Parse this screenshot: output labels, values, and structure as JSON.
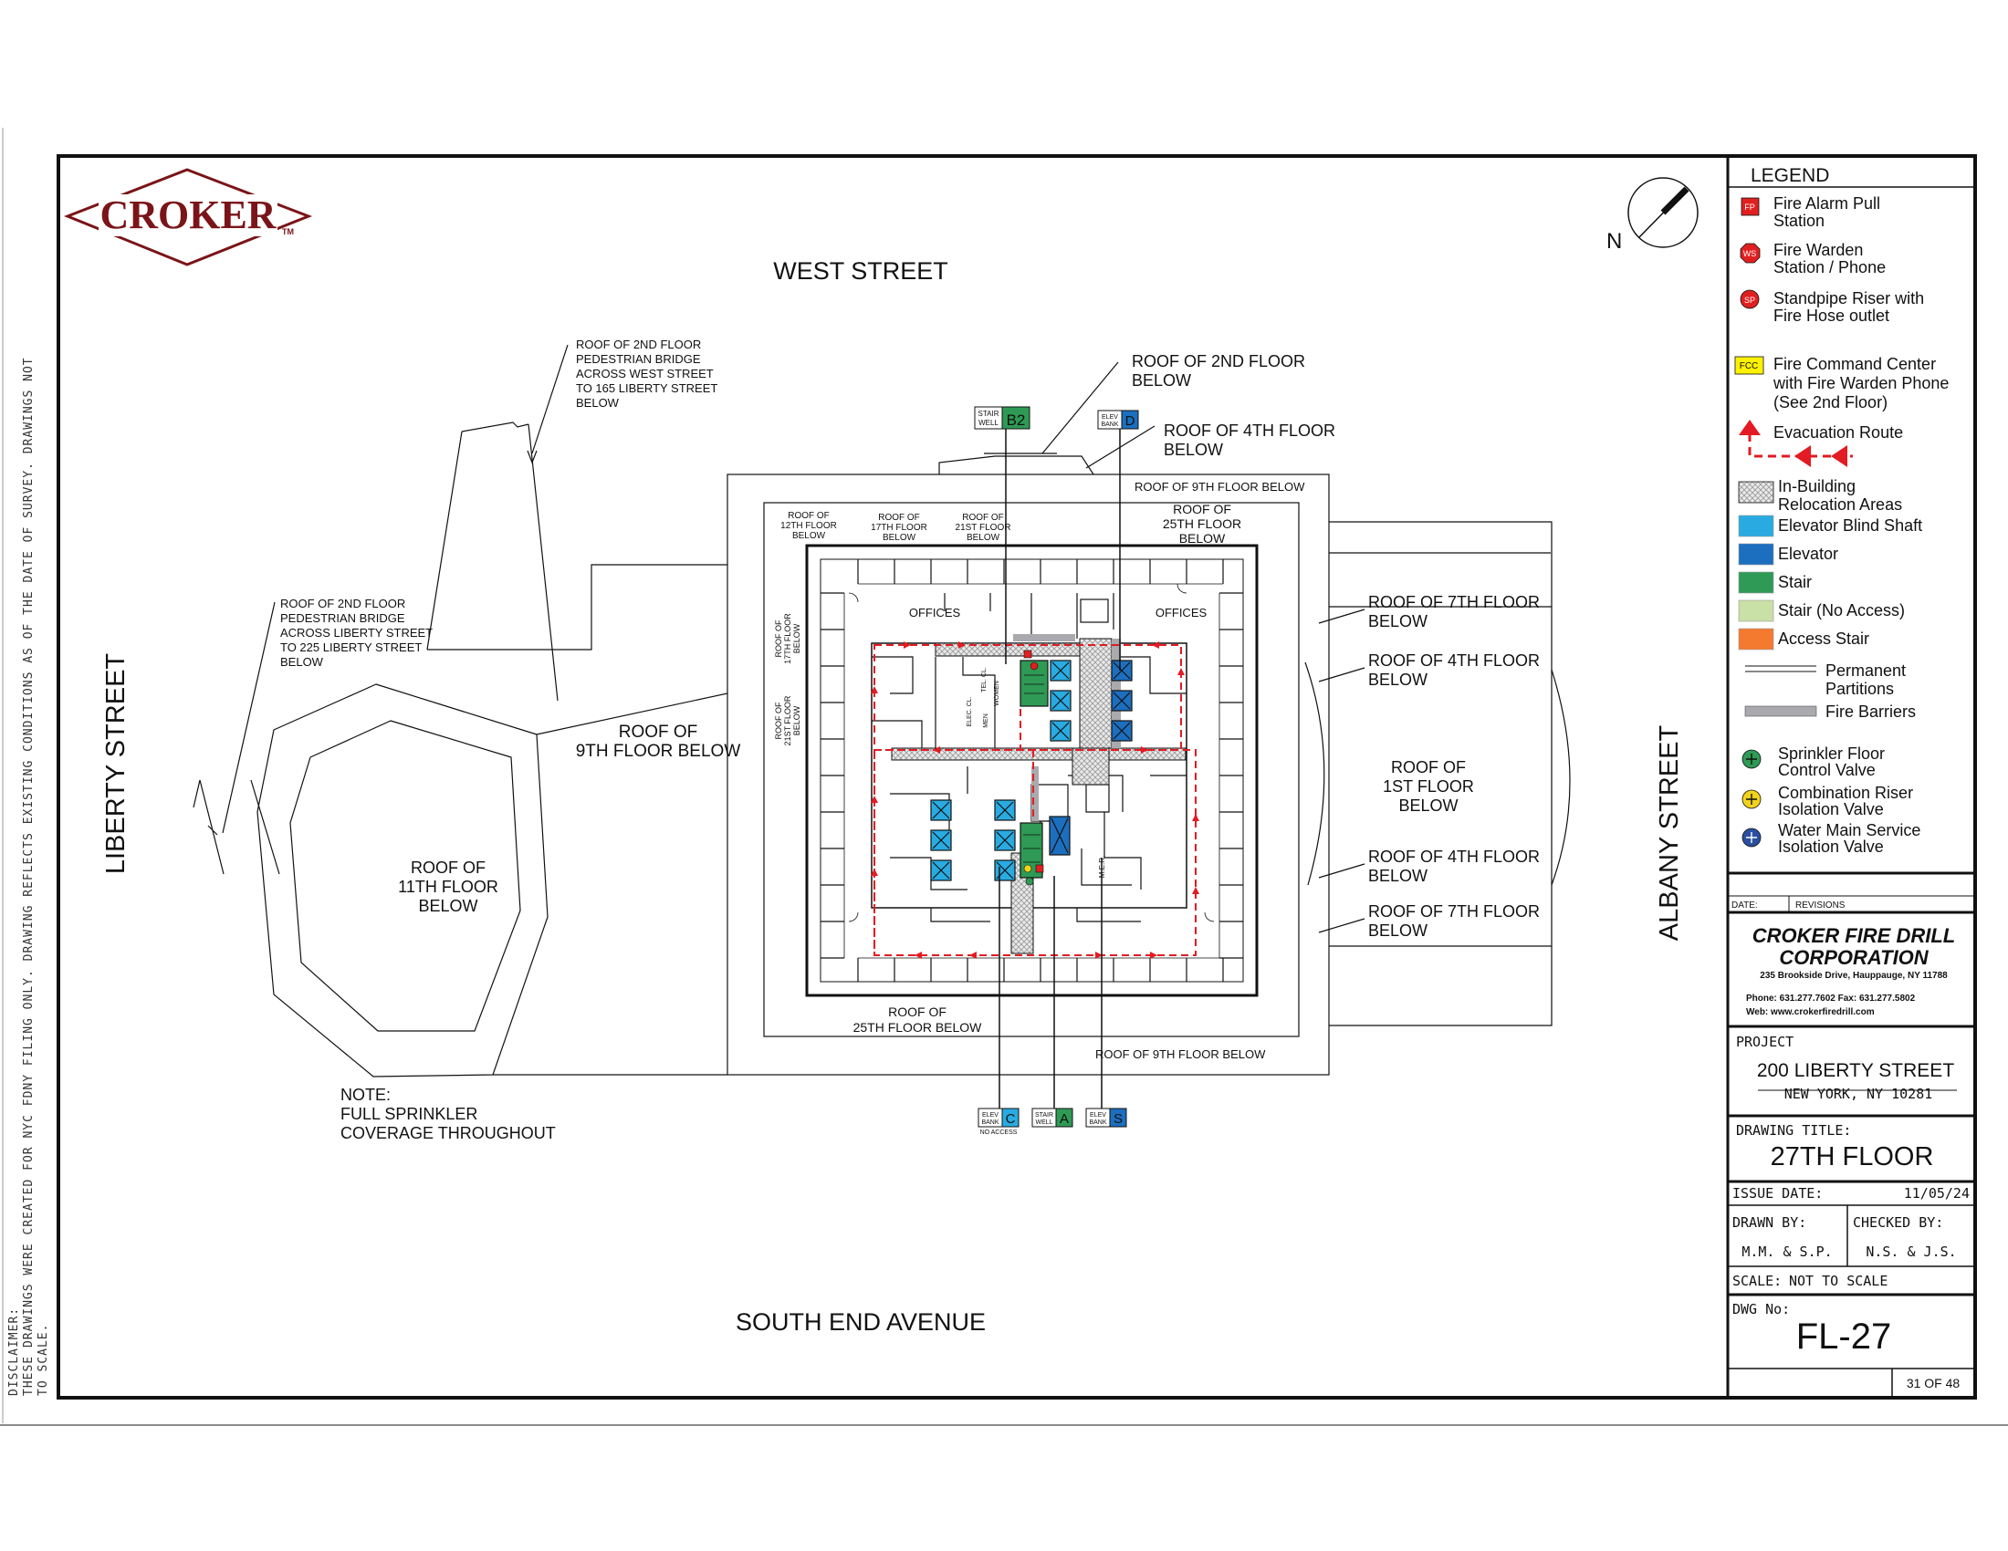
{
  "disclaimer": {
    "label": "DISCLAIMER:",
    "text": "THESE DRAWINGS WERE CREATED FOR NYC FDNY FILING ONLY. DRAWING REFLECTS EXISTING CONDITIONS AS OF THE DATE OF SURVEY. DRAWINGS NOT TO SCALE."
  },
  "logo": {
    "text": "CROKER",
    "tm": "TM"
  },
  "compass": {
    "label": "N"
  },
  "streets": {
    "north": "WEST STREET",
    "south": "SOUTH END AVENUE",
    "west": "LIBERTY STREET",
    "east": "ALBANY STREET"
  },
  "roof_labels": {
    "bridge_west": [
      "ROOF OF 2ND FLOOR",
      "PEDESTRIAN BRIDGE",
      "ACROSS WEST STREET",
      "TO 165 LIBERTY STREET",
      "BELOW"
    ],
    "bridge_liberty": [
      "ROOF OF 2ND FLOOR",
      "PEDESTRIAN BRIDGE",
      "ACROSS LIBERTY STREET",
      "TO 225 LIBERTY STREET",
      "BELOW"
    ],
    "roof_2nd": [
      "ROOF OF 2ND FLOOR",
      "BELOW"
    ],
    "roof_4th_top": [
      "ROOF OF 4TH FLOOR",
      "BELOW"
    ],
    "roof_9th_top": "ROOF OF 9TH FLOOR BELOW",
    "roof_9th_left": [
      "ROOF OF",
      "9TH FLOOR BELOW"
    ],
    "roof_11th": [
      "ROOF OF",
      "11TH FLOOR",
      "BELOW"
    ],
    "roof_12th": [
      "ROOF OF",
      "12TH FLOOR",
      "BELOW"
    ],
    "roof_17th": [
      "ROOF OF",
      "17TH FLOOR",
      "BELOW"
    ],
    "roof_21st": [
      "ROOF OF",
      "21ST FLOOR",
      "BELOW"
    ],
    "roof_25th_top": [
      "ROOF OF",
      "25TH FLOOR",
      "BELOW"
    ],
    "roof_17th_side": [
      "ROOF OF",
      "17TH FLOOR",
      "BELOW"
    ],
    "roof_21st_side": [
      "ROOF OF",
      "21ST FLOOR",
      "BELOW"
    ],
    "roof_7th_top": [
      "ROOF OF 7TH FLOOR",
      "BELOW"
    ],
    "roof_4th_east_top": [
      "ROOF OF 4TH FLOOR",
      "BELOW"
    ],
    "roof_1st": [
      "ROOF OF",
      "1ST FLOOR",
      "BELOW"
    ],
    "roof_4th_east_bottom": [
      "ROOF OF 4TH FLOOR",
      "BELOW"
    ],
    "roof_7th_bottom": [
      "ROOF OF 7TH FLOOR",
      "BELOW"
    ],
    "roof_25th_bottom": [
      "ROOF OF",
      "25TH FLOOR BELOW"
    ],
    "roof_9th_bottom": "ROOF OF 9TH FLOOR BELOW"
  },
  "rooms": {
    "offices_left": "OFFICES",
    "offices_right": "OFFICES",
    "elec_cl": "ELEC. CL.",
    "tel_cl": "TEL. CL.",
    "women": "WOMEN",
    "men": "MEN",
    "mer": "M.E.R."
  },
  "tags": {
    "stair_b2": {
      "small": [
        "STAIR",
        "WELL"
      ],
      "letter": "B2"
    },
    "elev_d": {
      "small": [
        "ELEV",
        "BANK"
      ],
      "letter": "D"
    },
    "elev_c": {
      "small": [
        "ELEV",
        "BANK"
      ],
      "letter": "C",
      "note": "NO ACCESS"
    },
    "stair_a": {
      "small": [
        "STAIR",
        "WELL"
      ],
      "letter": "A"
    },
    "elev_s": {
      "small": [
        "ELEV",
        "BANK"
      ],
      "letter": "S"
    }
  },
  "note": [
    "NOTE:",
    "FULL SPRINKLER",
    "COVERAGE THROUGHOUT"
  ],
  "legend": {
    "title": "LEGEND",
    "items": [
      {
        "id": "fp",
        "symbol": "FP",
        "label": [
          "Fire Alarm Pull",
          "Station"
        ]
      },
      {
        "id": "ws",
        "symbol": "WS",
        "label": [
          "Fire Warden",
          "Station / Phone"
        ]
      },
      {
        "id": "sp",
        "symbol": "SP",
        "label": [
          "Standpipe Riser with",
          "Fire Hose outlet"
        ]
      },
      {
        "id": "fcc",
        "symbol": "FCC",
        "label": [
          "Fire Command Center",
          "with Fire Warden Phone",
          "(See 2nd Floor)"
        ]
      },
      {
        "id": "evac",
        "label": [
          "Evacuation  Route"
        ]
      },
      {
        "id": "reloc",
        "label": [
          "In-Building",
          "Relocation Areas"
        ]
      },
      {
        "id": "blind",
        "label": [
          "Elevator Blind Shaft"
        ]
      },
      {
        "id": "elev",
        "label": [
          "Elevator"
        ]
      },
      {
        "id": "stair",
        "label": [
          "Stair"
        ]
      },
      {
        "id": "stair_na",
        "label": [
          "Stair (No Access)"
        ]
      },
      {
        "id": "access",
        "label": [
          "Access Stair"
        ]
      },
      {
        "id": "perm",
        "label": [
          "Permanent",
          "Partitions"
        ]
      },
      {
        "id": "barrier",
        "label": [
          "Fire Barriers"
        ]
      },
      {
        "id": "sprink",
        "label": [
          "Sprinkler Floor",
          "Control Valve"
        ]
      },
      {
        "id": "combo",
        "label": [
          "Combination Riser",
          "Isolation Valve"
        ]
      },
      {
        "id": "water",
        "label": [
          "Water Main Service",
          "Isolation Valve"
        ]
      }
    ]
  },
  "colors": {
    "fire_red": "#e02020",
    "evac_red": "#e31b23",
    "elev_blind": "#29abe2",
    "elevator": "#1c6fbf",
    "stair": "#2e9a55",
    "stair_no_access": "#c9e0a6",
    "access_stair": "#f47a30",
    "fire_barrier": "#a9a9ae",
    "fcc_yellow": "#fff200",
    "logo_red": "#7a1418"
  },
  "titleblock": {
    "date_label": "DATE:",
    "revisions_label": "REVISIONS",
    "company": [
      "CROKER FIRE DRILL",
      "CORPORATION"
    ],
    "address": "235 Brookside Drive, Hauppauge, NY 11788",
    "phone": "Phone: 631.277.7602  Fax: 631.277.5802",
    "web": "Web: www.crokerfiredrill.com",
    "project_label": "PROJECT",
    "project_name": "200 LIBERTY STREET",
    "project_city": "NEW YORK, NY 10281",
    "drawing_title_label": "DRAWING TITLE:",
    "drawing_title": "27TH FLOOR",
    "issue_date_label": "ISSUE DATE:",
    "issue_date": "11/05/24",
    "drawn_by_label": "DRAWN BY:",
    "drawn_by": "M.M. & S.P.",
    "checked_by_label": "CHECKED BY:",
    "checked_by": "N.S. & J.S.",
    "scale_label": "SCALE:",
    "scale": "NOT TO SCALE",
    "dwg_no_label": "DWG No:",
    "dwg_no": "FL-27",
    "sheet": "31 OF 48"
  }
}
